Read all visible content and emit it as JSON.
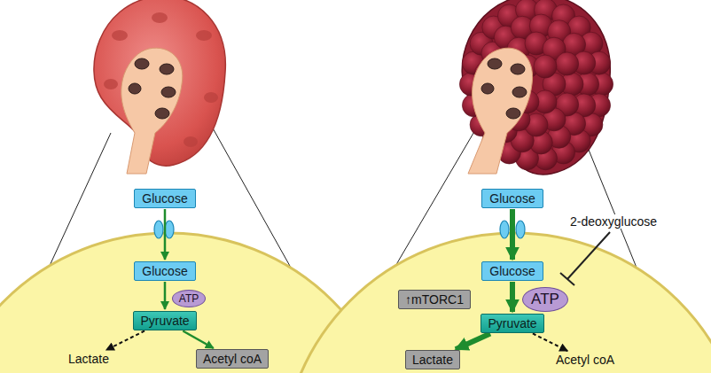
{
  "diagram": {
    "nodes": [
      {
        "text": [
          "Glucose"
        ]
      },
      {
        "text": [
          "Glucose"
        ]
      },
      {
        "text": [
          "ATP"
        ]
      },
      {
        "text": [
          "Pyruvate"
        ]
      },
      {
        "text": [
          "Lactate"
        ]
      },
      {
        "text": [
          "Acetyl coA"
        ]
      },
      {
        "text": [
          "Glucose"
        ]
      },
      {
        "text": [
          "Glucose"
        ]
      },
      {
        "text": [
          "↑mTORC1"
        ]
      },
      {
        "text": [
          "ATP"
        ]
      },
      {
        "text": [
          "Pyruvate"
        ]
      },
      {
        "text": [
          "Lactate"
        ]
      },
      {
        "text": [
          "Acetyl coA"
        ]
      }
    ],
    "edges": [
      {
        "from": 0,
        "to": 1,
        "arrow": "to"
      },
      {
        "from": 1,
        "to": 3,
        "arrow": "to"
      },
      {
        "from": 3,
        "to": 4,
        "arrow": "to"
      },
      {
        "from": 3,
        "to": 5,
        "arrow": "to"
      },
      {
        "from": 6,
        "to": 7,
        "arrow": "to"
      },
      {
        "from": 7,
        "to": 10,
        "arrow": "to"
      },
      {
        "from": 10,
        "to": 11,
        "arrow": "to"
      },
      {
        "from": 10,
        "to": 12,
        "arrow": "to"
      }
    ],
    "labels": [
      "2-deoxyglucose"
    ]
  }
}
